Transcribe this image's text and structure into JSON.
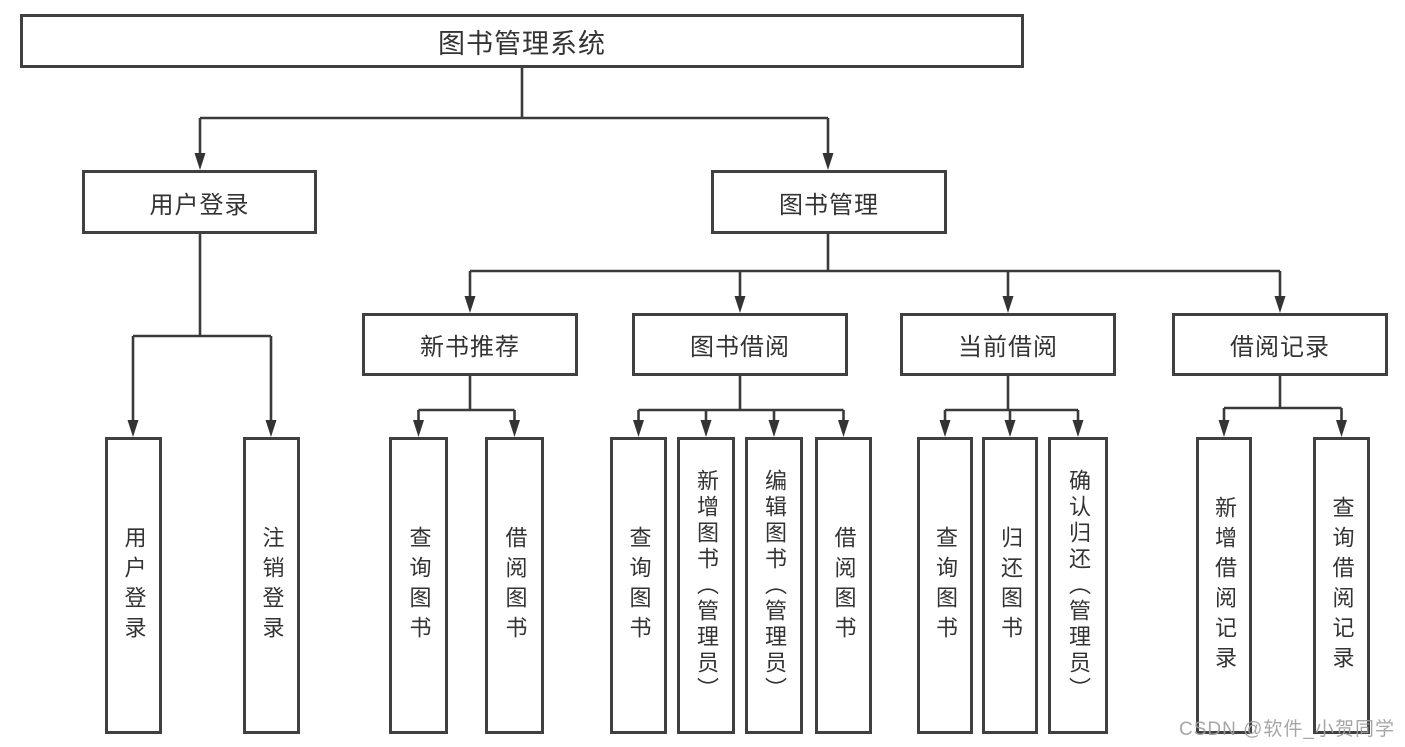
{
  "diagram": {
    "root": {
      "label": "图书管理系统"
    },
    "level2": [
      {
        "label": "用户登录"
      },
      {
        "label": "图书管理"
      }
    ],
    "level3": [
      {
        "label": "新书推荐"
      },
      {
        "label": "图书借阅"
      },
      {
        "label": "当前借阅"
      },
      {
        "label": "借阅记录"
      }
    ],
    "level4": {
      "user_login": [
        {
          "label": "用户登录"
        },
        {
          "label": "注销登录"
        }
      ],
      "new_book_recommend": [
        {
          "label": "查询图书"
        },
        {
          "label": "借阅图书"
        }
      ],
      "book_borrowing": [
        {
          "label": "查询图书"
        },
        {
          "label": "新增图书（管理员）"
        },
        {
          "label": "编辑图书（管理员）"
        },
        {
          "label": "借阅图书"
        }
      ],
      "current_borrowing": [
        {
          "label": "查询图书"
        },
        {
          "label": "归还图书"
        },
        {
          "label": "确认归还（管理员）"
        }
      ],
      "borrowing_records": [
        {
          "label": "新增借阅记录"
        },
        {
          "label": "查询借阅记录"
        }
      ]
    }
  },
  "watermark": {
    "text": "CSDN @软件_小贺同学"
  },
  "colors": {
    "line": "#3a3a3a",
    "box_border": "#404040",
    "text": "#333333",
    "background": "#ffffff",
    "watermark": "#9e9e9e"
  }
}
